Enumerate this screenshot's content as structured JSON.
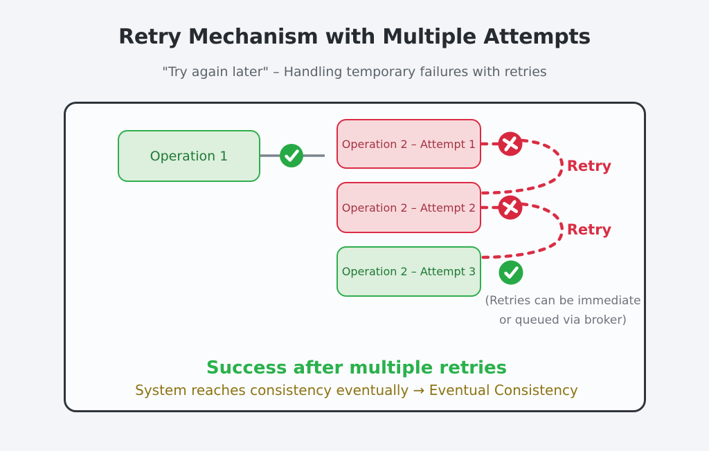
{
  "title": "Retry Mechanism with Multiple Attempts",
  "subtitle": "\"Try again later\" – Handling temporary failures with retries",
  "diagram": {
    "nodes": {
      "op1": {
        "label": "Operation 1",
        "status": "success"
      },
      "attempt1": {
        "label": "Operation 2 – Attempt 1",
        "status": "failure"
      },
      "attempt2": {
        "label": "Operation 2 – Attempt 2",
        "status": "failure"
      },
      "attempt3": {
        "label": "Operation 2 – Attempt 3",
        "status": "success"
      }
    },
    "retry_labels": [
      "Retry",
      "Retry"
    ],
    "note": {
      "line1": "(Retries can be immediate",
      "line2": "or queued via broker)"
    },
    "footer": {
      "heading": "Success after multiple retries",
      "subheading": "System reaches consistency eventually →  Eventual Consistency"
    },
    "icons": {
      "success": "check-circle-icon",
      "failure": "x-circle-icon"
    }
  },
  "colors": {
    "background": "#f4f5f8",
    "frame_border": "#2e343b",
    "success_green": "#27a945",
    "success_fill": "#ddefdd",
    "success_text": "#1f7a35",
    "failure_red": "#db2b43",
    "failure_fill": "#f8d9db",
    "failure_text": "#a33443",
    "retry_red": "#d92e44",
    "connector_gray": "#7b858e",
    "heading_green": "#2ab14c",
    "consistency_olive": "#8c7313"
  }
}
